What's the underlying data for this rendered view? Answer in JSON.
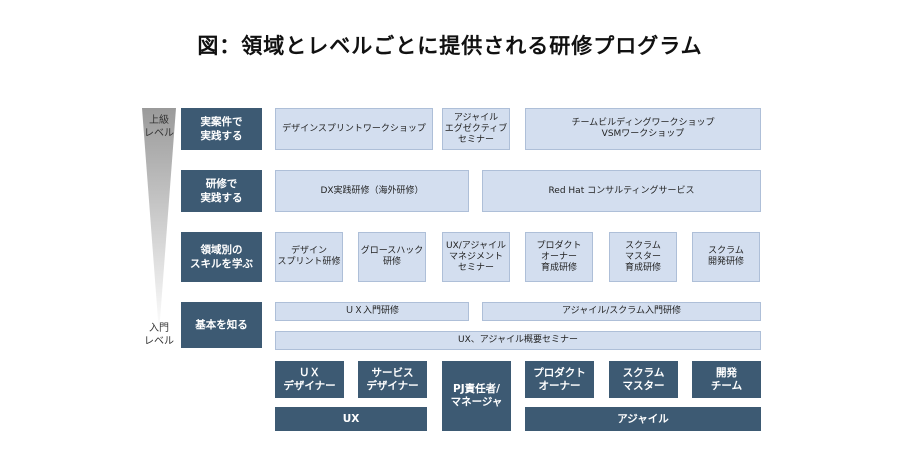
{
  "title": "図：領域とレベルごとに提供される研修プログラム",
  "levels": {
    "top": "上級\nレベル",
    "bottom": "入門\nレベル"
  },
  "categories": [
    "実案件で\n実践する",
    "研修で\n実践する",
    "領域別の\nスキルを学ぶ",
    "基本を知る"
  ],
  "programs": {
    "row1": [
      "デザインスプリントワークショップ",
      "アジャイル\nエグゼクティブ\nセミナー",
      "チームビルディングワークショップ\nVSMワークショップ"
    ],
    "row2": [
      "DX実践研修（海外研修）",
      "Red Hat コンサルティングサービス"
    ],
    "row3": [
      "デザイン\nスプリント研修",
      "グロースハック\n研修",
      "UX/アジャイル\nマネジメント\nセミナー",
      "プロダクト\nオーナー\n育成研修",
      "スクラム\nマスター\n育成研修",
      "スクラム\n開発研修"
    ],
    "row4": [
      "ＵＸ入門研修",
      "アジャイル/スクラム入門研修"
    ],
    "row5": "UX、アジャイル概要セミナー"
  },
  "roles": [
    "ＵＸ\nデザイナー",
    "サービス\nデザイナー",
    "PJ責任者/\nマネージャ",
    "プロダクト\nオーナー",
    "スクラム\nマスター",
    "開発\nチーム"
  ],
  "domains": [
    "UX",
    "アジャイル"
  ],
  "colors": {
    "dark": "#3d5a73",
    "light": "#d3deef"
  }
}
